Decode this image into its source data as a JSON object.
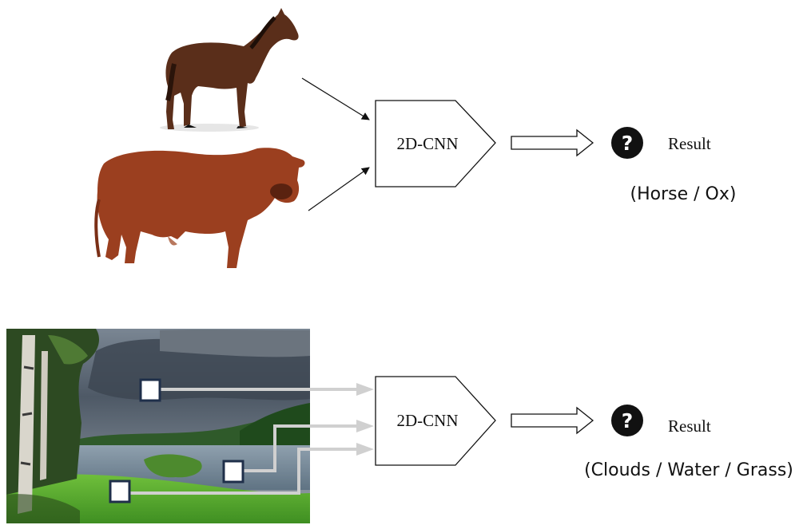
{
  "diagram": {
    "top": {
      "cnn_label": "2D-CNN",
      "result_label": "Result",
      "result_icon": "question-circle-icon",
      "classes_label": "(Horse / Ox)"
    },
    "bottom": {
      "cnn_label": "2D-CNN",
      "result_label": "Result",
      "result_icon": "question-circle-icon",
      "classes_label": "(Clouds / Water / Grass)"
    }
  },
  "colors": {
    "arrow_gray": "#d0d0d0",
    "patch_border": "#1f2f4a"
  }
}
